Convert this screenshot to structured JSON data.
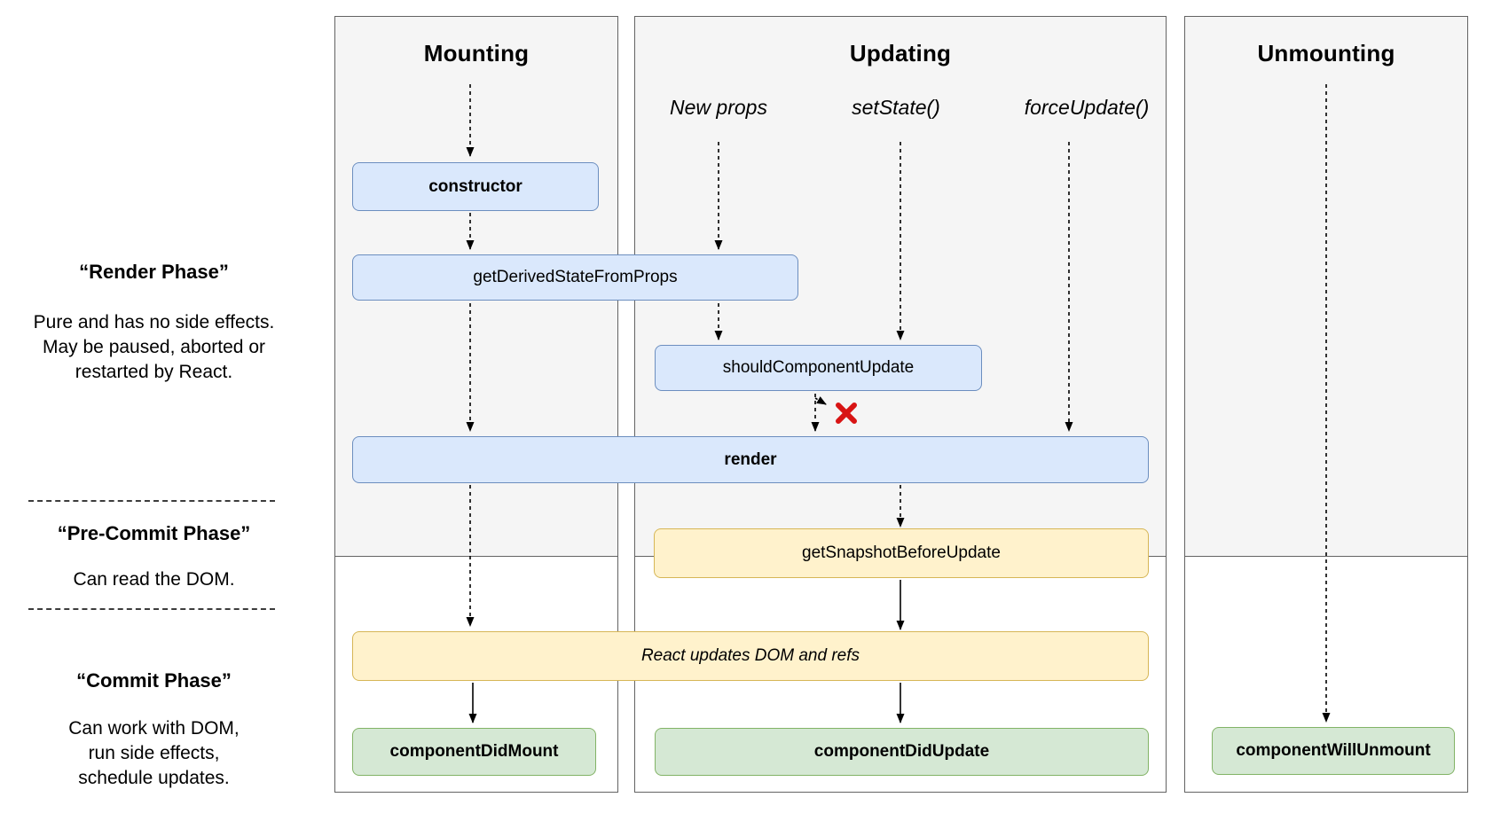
{
  "columns": [
    {
      "label": "Mounting"
    },
    {
      "label": "Updating"
    },
    {
      "label": "Unmounting"
    }
  ],
  "updating_triggers": [
    {
      "label": "New props"
    },
    {
      "label": "setState()"
    },
    {
      "label": "forceUpdate()"
    }
  ],
  "phases": [
    {
      "title": "“Render Phase”",
      "desc": [
        "Pure and has no side effects.",
        "May be paused, aborted or",
        "restarted by React."
      ]
    },
    {
      "title": "“Pre-Commit Phase”",
      "desc": [
        "Can read the DOM."
      ]
    },
    {
      "title": "“Commit Phase”",
      "desc": [
        "Can work with DOM,",
        "run side effects,",
        "schedule updates."
      ]
    }
  ],
  "boxes": {
    "ctor": "constructor",
    "get_derived": "getDerivedStateFromProps",
    "should_update": "shouldComponentUpdate",
    "render": "render",
    "get_snapshot": "getSnapshotBeforeUpdate",
    "react_updates": "React updates DOM and refs",
    "did_mount": "componentDidMount",
    "did_update": "componentDidUpdate",
    "will_unmount": "componentWillUnmount"
  },
  "colors": {
    "lifecycle_fill": "#dae8fc",
    "lifecycle_border": "#6c8ebf",
    "dom_fill": "#fff2cc",
    "dom_border": "#d6b656",
    "commit_fill": "#d5e8d4",
    "commit_border": "#82b366",
    "column_bg": "#f5f5f5",
    "column_border": "#636363",
    "red_x": "#d81414"
  }
}
